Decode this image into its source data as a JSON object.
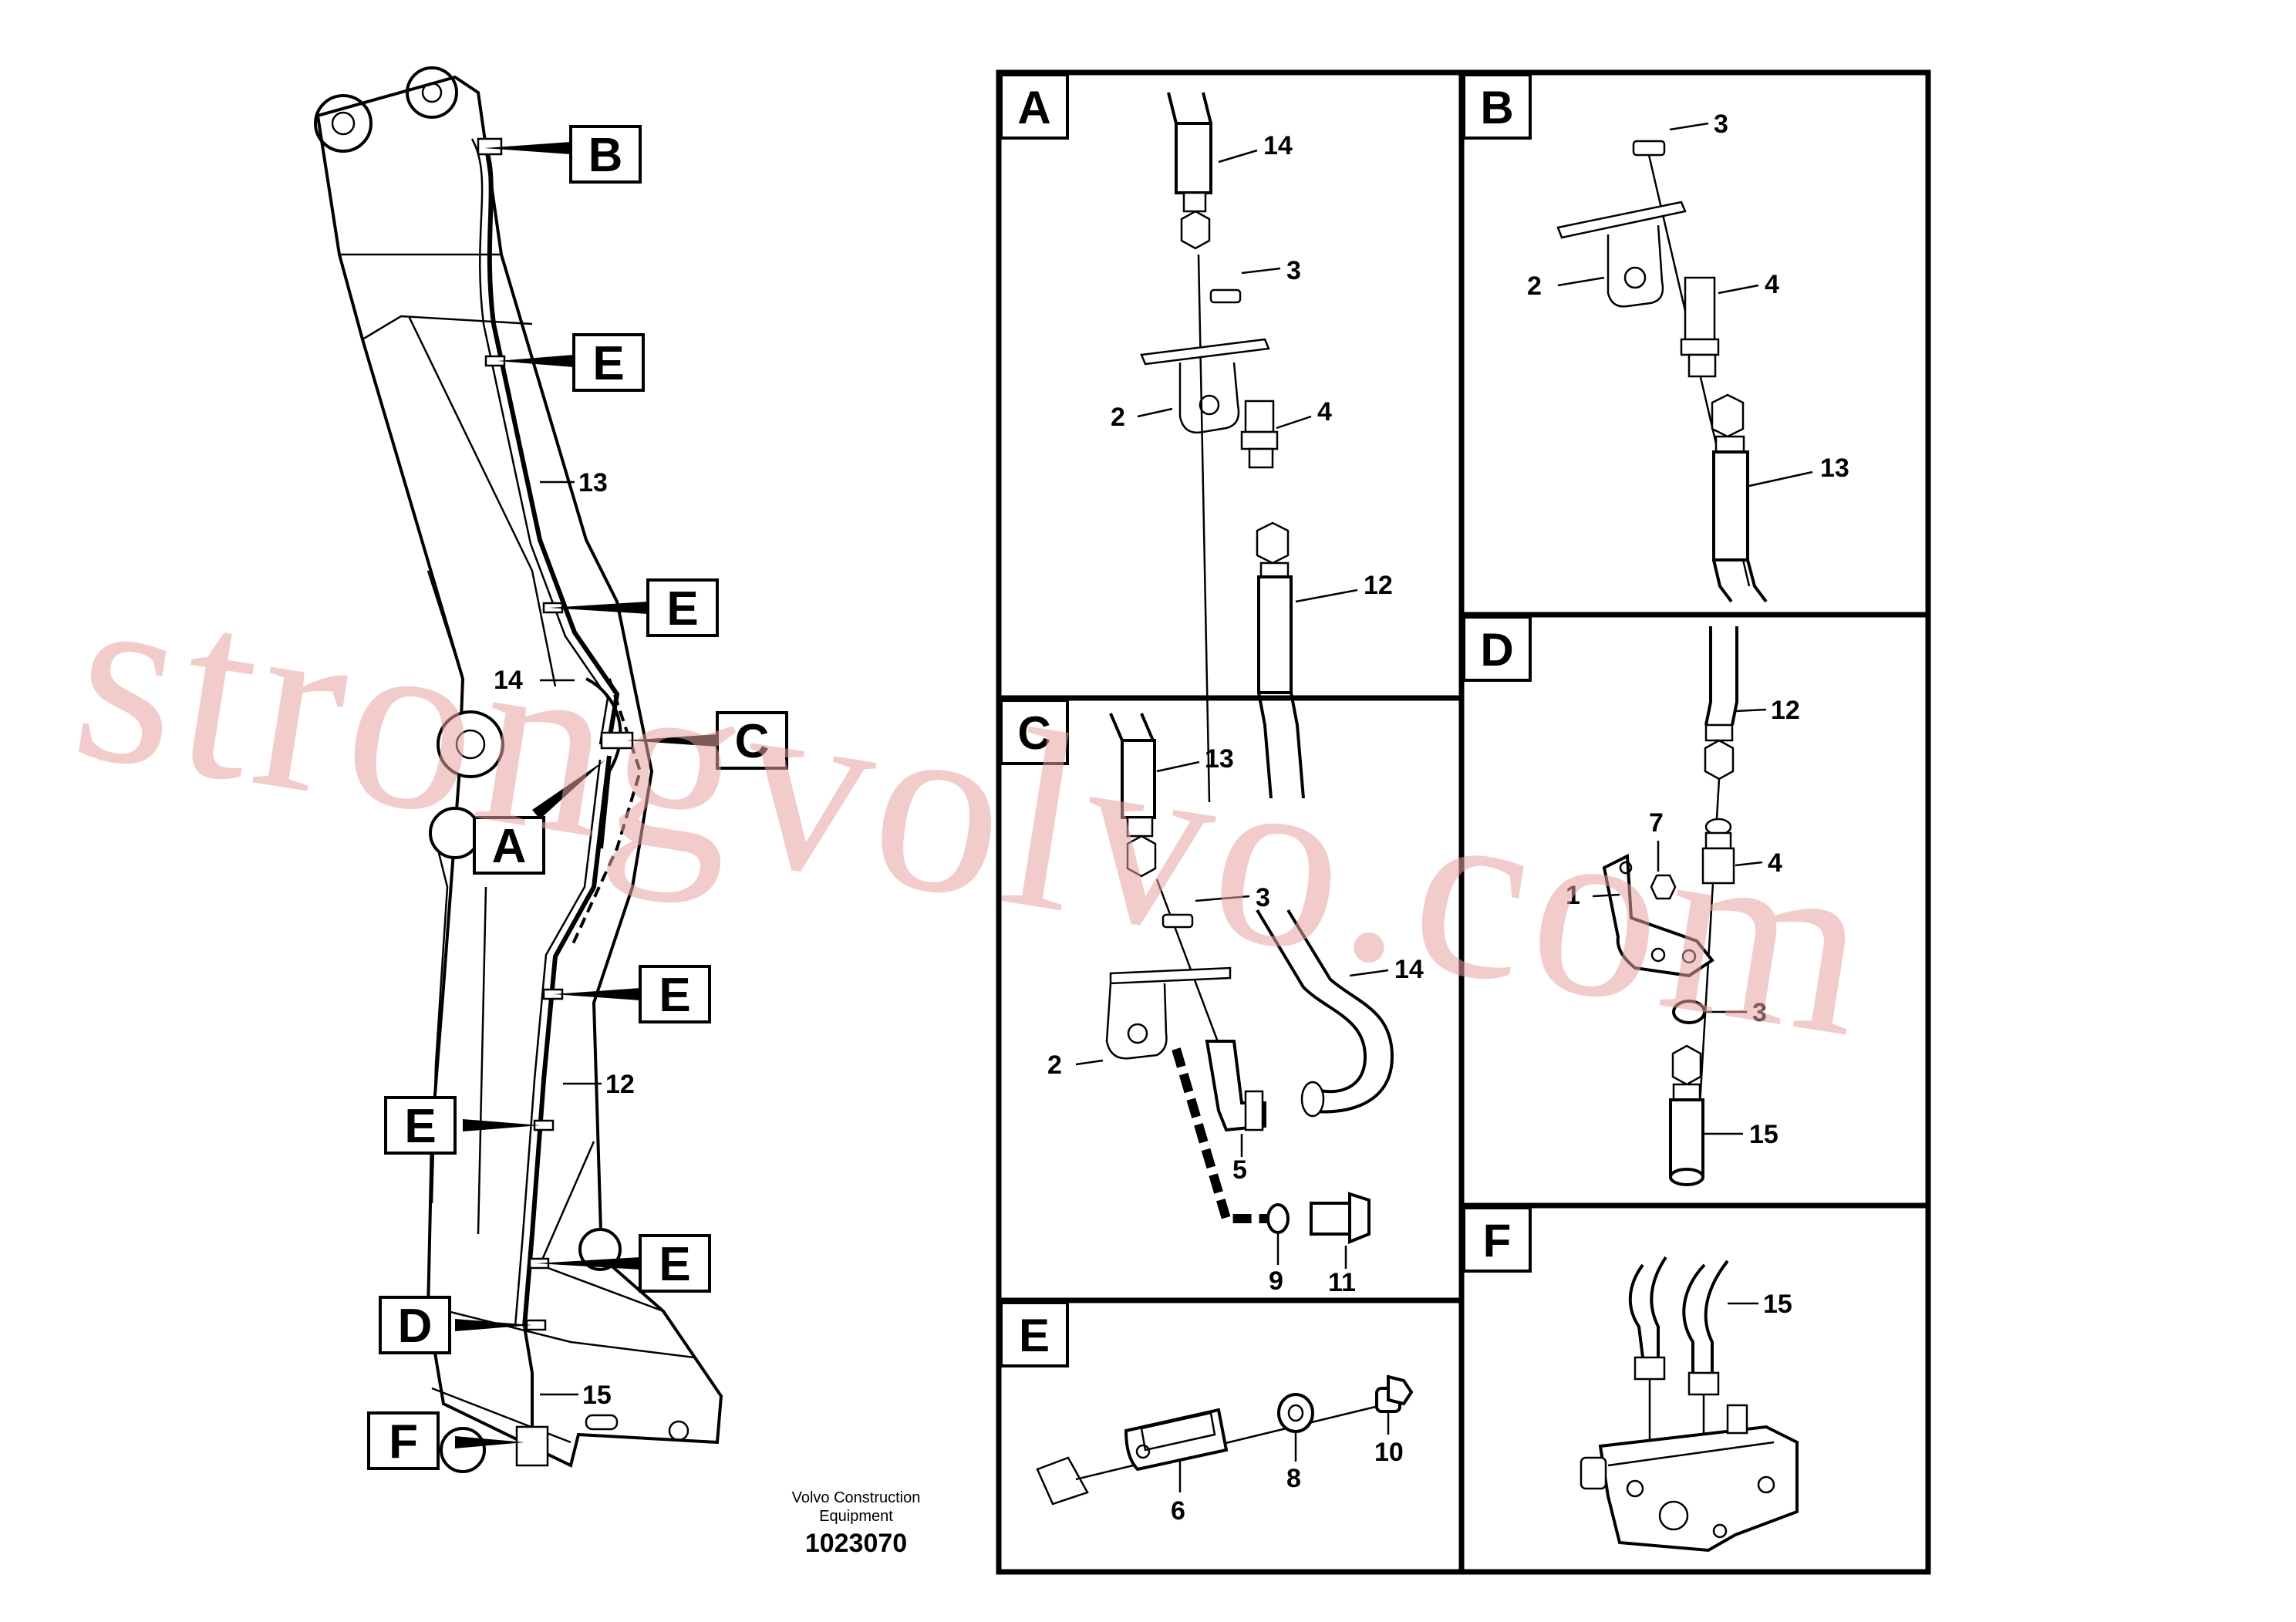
{
  "overview": {
    "callouts": {
      "b": "B",
      "e1": "E",
      "e2": "E",
      "c": "C",
      "a": "A",
      "e3": "E",
      "e4": "E",
      "e5": "E",
      "d": "D",
      "f": "F"
    },
    "numbers": {
      "n13": "13",
      "n14": "14",
      "n12": "12",
      "n15": "15"
    }
  },
  "panels": {
    "A": {
      "letter": "A",
      "numbers": {
        "p14": "14",
        "p3": "3",
        "p2": "2",
        "p4": "4",
        "p12": "12"
      }
    },
    "B": {
      "letter": "B",
      "numbers": {
        "p3": "3",
        "p2": "2",
        "p4": "4",
        "p13": "13"
      }
    },
    "C": {
      "letter": "C",
      "numbers": {
        "p13": "13",
        "p3": "3",
        "p14": "14",
        "p2": "2",
        "p5": "5",
        "p9": "9",
        "p11": "11"
      }
    },
    "D": {
      "letter": "D",
      "numbers": {
        "p12": "12",
        "p7": "7",
        "p4": "4",
        "p1": "1",
        "p3": "3",
        "p15": "15"
      }
    },
    "E": {
      "letter": "E",
      "numbers": {
        "p6": "6",
        "p8": "8",
        "p10": "10"
      }
    },
    "F": {
      "letter": "F",
      "numbers": {
        "p15": "15"
      }
    }
  },
  "footer": {
    "company": "Volvo Construction Equipment",
    "drawing_id": "1023070"
  },
  "watermark": "strongvolvo.com"
}
